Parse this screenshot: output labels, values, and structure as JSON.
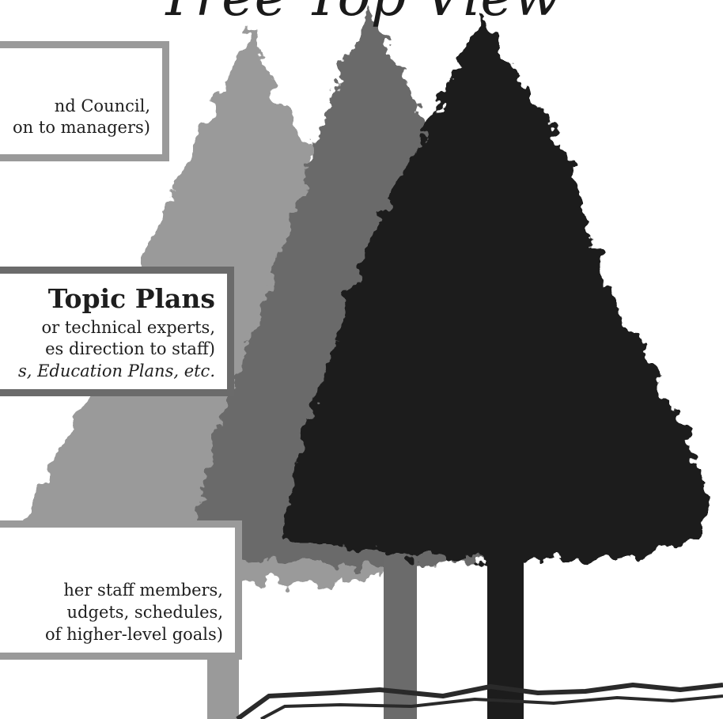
{
  "title": "Tree Top View",
  "colors": {
    "light_tree": "#9a9a9a",
    "mid_tree": "#6b6b6b",
    "dark_tree": "#1c1c1c",
    "ground": "#2a2a2a"
  },
  "box1": {
    "line1": "nd Council,",
    "line2": "on to managers)"
  },
  "box2": {
    "heading": "Topic Plans",
    "line1": "or technical experts,",
    "line2": "es direction to staff)",
    "line3": "s, Education Plans, etc."
  },
  "box3": {
    "line1": "her staff members,",
    "line2": "udgets, schedules,",
    "line3": "of higher-level goals)"
  }
}
